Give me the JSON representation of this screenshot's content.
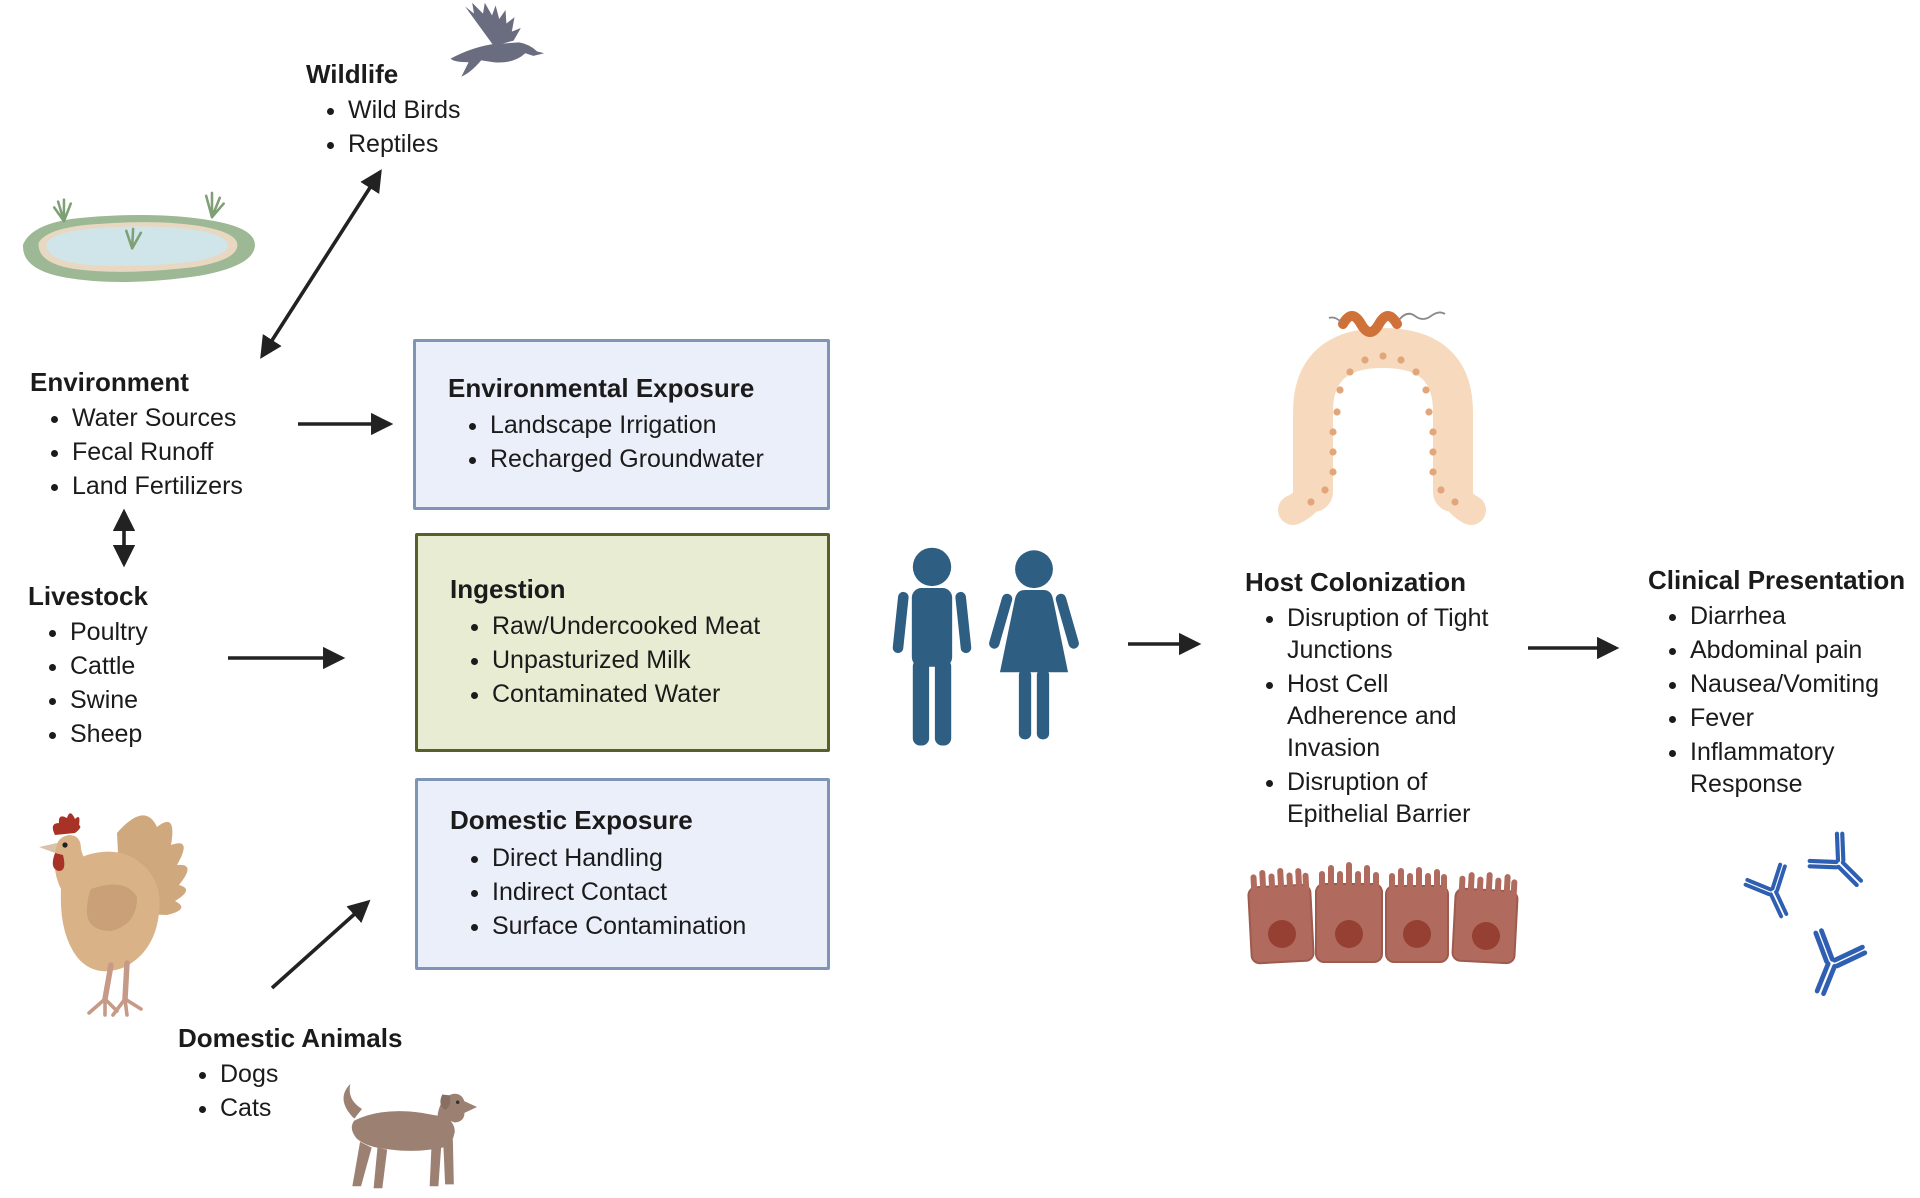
{
  "sections": {
    "wildlife": {
      "title": "Wildlife",
      "items": [
        "Wild Birds",
        "Reptiles"
      ]
    },
    "environment": {
      "title": "Environment",
      "items": [
        "Water Sources",
        "Fecal Runoff",
        "Land Fertilizers"
      ]
    },
    "livestock": {
      "title": "Livestock",
      "items": [
        "Poultry",
        "Cattle",
        "Swine",
        "Sheep"
      ]
    },
    "domestic_animals": {
      "title": "Domestic Animals",
      "items": [
        "Dogs",
        "Cats"
      ]
    },
    "host_colonization": {
      "title": "Host Colonization",
      "items": [
        "Disruption of Tight Junctions",
        "Host Cell Adherence and Invasion",
        "Disruption of Epithelial Barrier"
      ]
    },
    "clinical_presentation": {
      "title": "Clinical Presentation",
      "items": [
        "Diarrhea",
        "Abdominal pain",
        "Nausea/Vomiting",
        "Fever",
        "Inflammatory Response"
      ]
    }
  },
  "boxes": {
    "environmental_exposure": {
      "title": "Environmental Exposure",
      "items": [
        "Landscape Irrigation",
        "Recharged Groundwater"
      ],
      "fill": "#eaeffa",
      "border": "#7e95b6"
    },
    "ingestion": {
      "title": "Ingestion",
      "items": [
        "Raw/Undercooked Meat",
        "Unpasturized Milk",
        "Contaminated Water"
      ],
      "fill": "#e8ecd2",
      "border": "#55602a"
    },
    "domestic_exposure": {
      "title": "Domestic Exposure",
      "items": [
        "Direct Handling",
        "Indirect Contact",
        "Surface Contamination"
      ],
      "fill": "#eaeffa",
      "border": "#7e95b6"
    }
  },
  "icons": {
    "wild_bird": "flying bird silhouette",
    "pond": "pond with grass tufts",
    "chicken": "chicken",
    "dog": "dog",
    "man": "male human figure",
    "woman": "female human figure",
    "villus": "intestinal villus with spiral bacterium",
    "epithelial_cells": "epithelial cell barrier",
    "antibodies": "Y-shaped antibodies"
  },
  "colors": {
    "exposure_box_fill": "#eaeffa",
    "exposure_box_border": "#7e95b6",
    "ingestion_box_fill": "#e8ecd2",
    "ingestion_box_border": "#55602a",
    "human_figure": "#2e5e82",
    "arrow": "#222222",
    "text": "#1b1b1b",
    "antibody_blue": "#2f5fb3",
    "villus_peach": "#f7dabe",
    "bacterium_orange": "#d0713a",
    "cell_red": "#b06b5e",
    "bird_gray": "#6a6c80"
  }
}
